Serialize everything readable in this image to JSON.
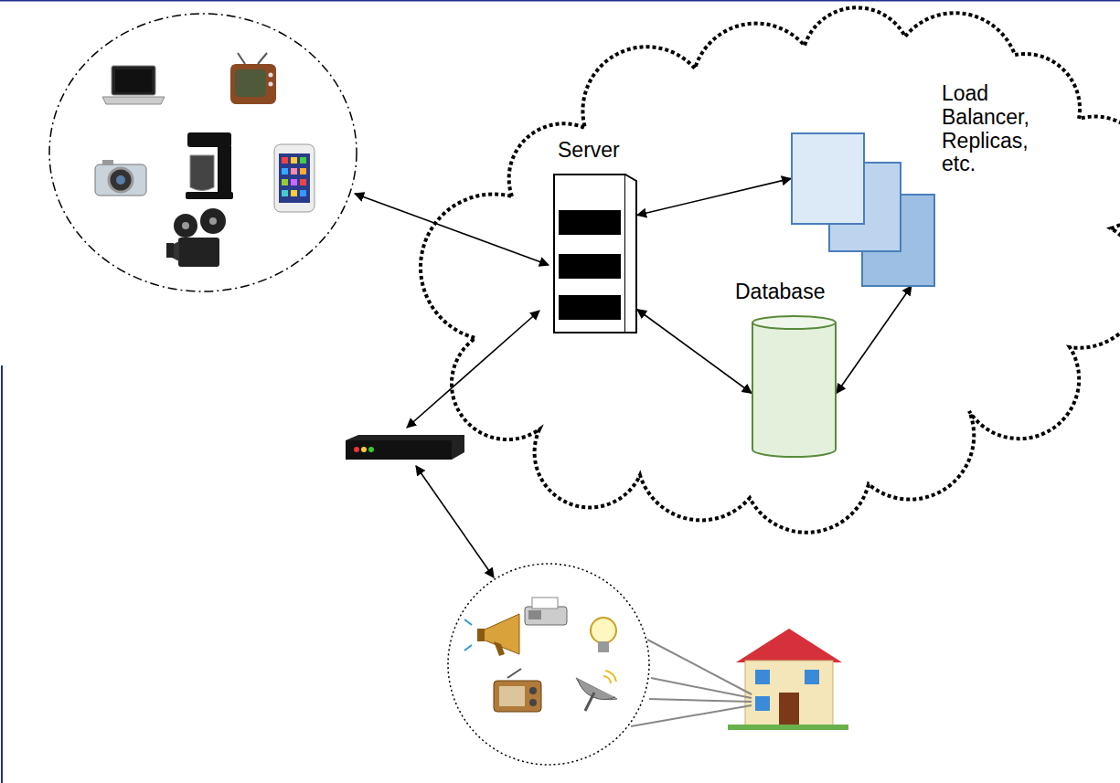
{
  "diagram": {
    "nodes": [
      {
        "text": [
          "Server"
        ]
      },
      {
        "text": [
          "Load Balancer, Replicas, etc."
        ]
      },
      {
        "text": [
          "Database"
        ]
      }
    ],
    "edges": [
      {
        "from": 0,
        "to": 1,
        "arrow": "both"
      },
      {
        "from": 0,
        "to": 2,
        "arrow": "both"
      },
      {
        "from": 2,
        "to": 1,
        "arrow": "both"
      }
    ]
  }
}
